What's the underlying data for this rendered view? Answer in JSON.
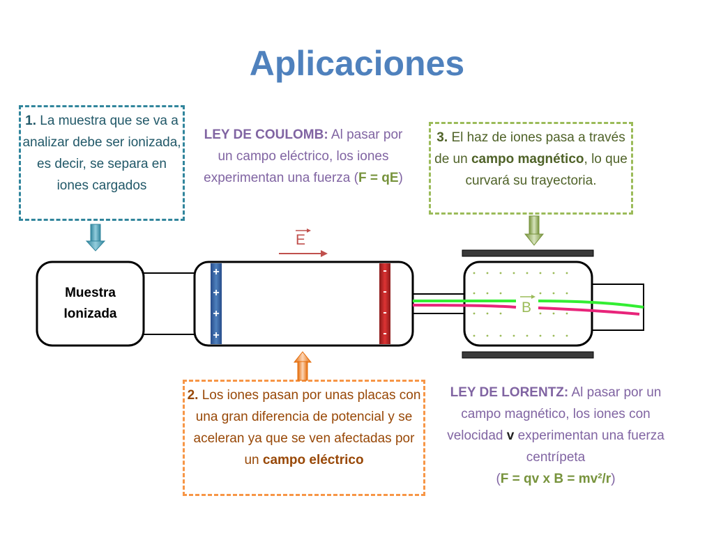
{
  "title": "Aplicaciones",
  "box1": {
    "num": "1.",
    "text": "La muestra que se va a analizar debe ser ionizada, es decir, se separa en iones cargados"
  },
  "coulomb": {
    "label": "LEY DE COULOMB:",
    "text1": "Al pasar por un campo eléctrico, los iones experimentan una fuerza (",
    "formula": "F = qE",
    "text2": ")"
  },
  "box3": {
    "num": "3.",
    "text1": "El haz de iones pasa a través de un",
    "bold": "campo magnético",
    "text2": ", lo que curvará su trayectoria."
  },
  "box2": {
    "num": "2.",
    "text": "Los iones pasan por unas placas con una gran diferencia de potencial y se aceleran ya que se ven afectadas por un",
    "bold": "campo eléctrico"
  },
  "lorentz": {
    "label": "LEY DE LORENTZ:",
    "text1": "Al pasar por un campo magnético, los iones con velocidad",
    "v": "v",
    "text2": "experimentan una fuerza centrípeta",
    "open": "(",
    "formula": "F = qv x B = mv²/r",
    "close": ")"
  },
  "sample": {
    "line1": "Muestra",
    "line2": "Ionizada"
  },
  "field_E": "E",
  "field_B": "B",
  "plate_pos": [
    "+",
    "+",
    "+",
    "+"
  ],
  "plate_neg": [
    "-",
    "-",
    "-",
    "-"
  ],
  "colors": {
    "title": "#4f81bd",
    "teal": "#31859c",
    "green": "#9bbb59",
    "orange": "#f79646",
    "purple": "#8064a2",
    "beam_green": "#33ee33",
    "beam_pink": "#e8247a"
  }
}
